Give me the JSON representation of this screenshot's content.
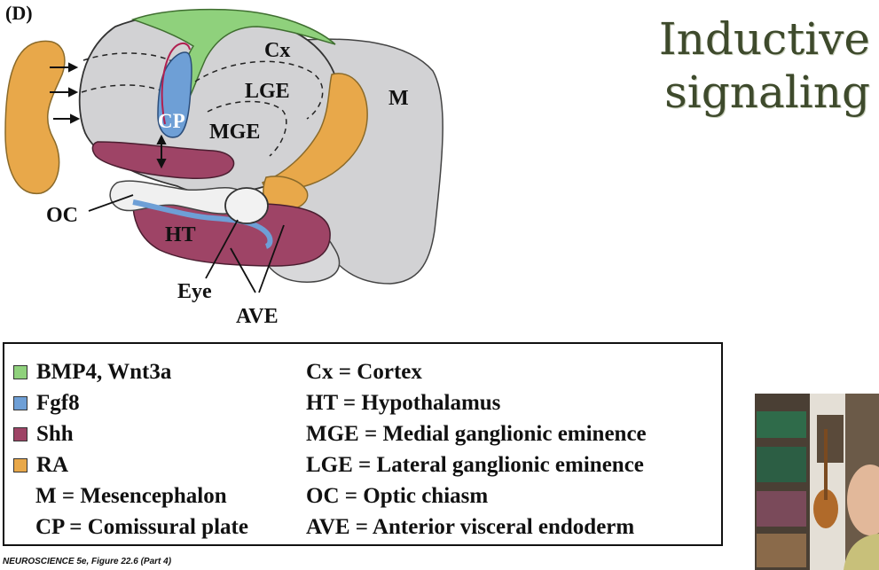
{
  "figure_label": "(D)",
  "title": {
    "line1": "Inductive",
    "line2": "signaling"
  },
  "diagram_labels": {
    "cx": "Cx",
    "lge": "LGE",
    "mge": "MGE",
    "m": "M",
    "cp": "CP",
    "oc": "OC",
    "ht": "HT",
    "eye": "Eye",
    "ave": "AVE"
  },
  "colors": {
    "bmp4_wnt3a": "#8fd17c",
    "fgf8": "#6e9fd6",
    "shh": "#9e4466",
    "ra": "#e8a84a",
    "tissue": "#d2d2d4",
    "title_text": "#3e4a2c"
  },
  "legend": {
    "left": [
      {
        "swatch": "bmp4_wnt3a",
        "text": "BMP4, Wnt3a"
      },
      {
        "swatch": "fgf8",
        "text": "Fgf8"
      },
      {
        "swatch": "shh",
        "text": "Shh"
      },
      {
        "swatch": "ra",
        "text": "RA"
      },
      {
        "swatch": null,
        "text": "M = Mesencephalon"
      },
      {
        "swatch": null,
        "text": "CP = Comissural plate"
      }
    ],
    "right": [
      "Cx = Cortex",
      "HT = Hypothalamus",
      "MGE = Medial ganglionic eminence",
      "LGE = Lateral ganglionic eminence",
      "OC = Optic chiasm",
      "AVE = Anterior visceral endoderm"
    ]
  },
  "caption": "NEUROSCIENCE 5e, Figure 22.6 (Part 4)"
}
